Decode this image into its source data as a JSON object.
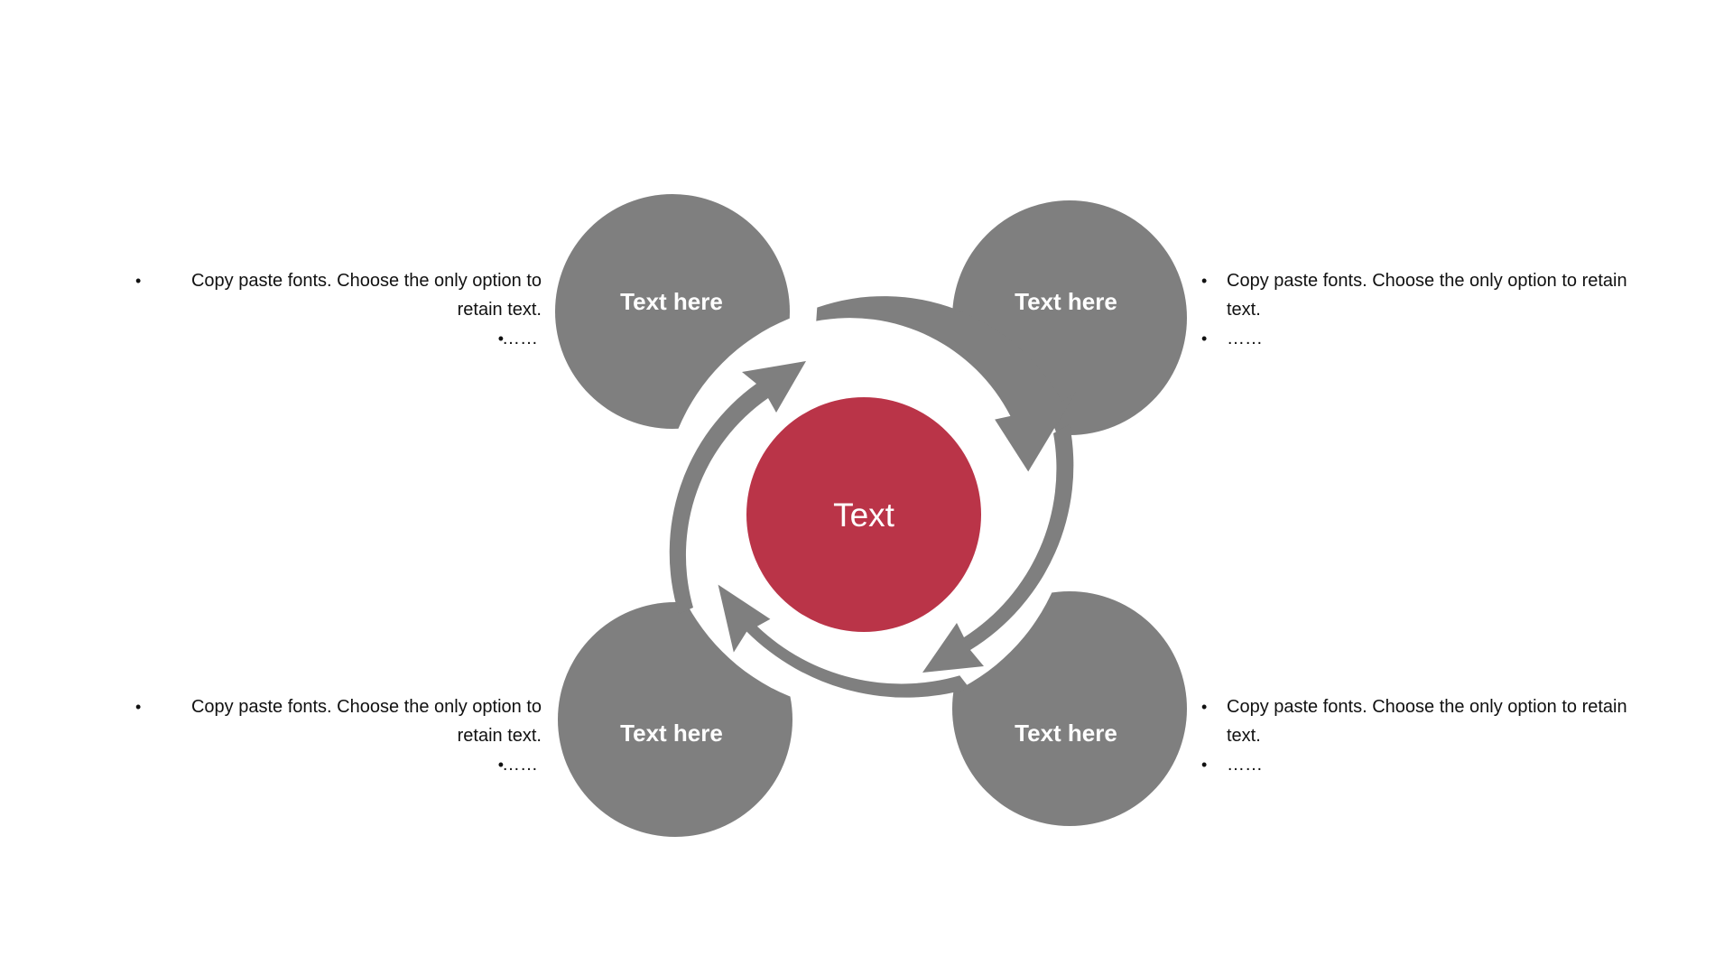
{
  "diagram": {
    "center": {
      "label": "Text",
      "color": "#BA3448"
    },
    "node_color": "#7F7F7F",
    "arrow_color": "#7F7F7F",
    "nodes": [
      {
        "label": "Text here"
      },
      {
        "label": "Text here"
      },
      {
        "label": "Text here"
      },
      {
        "label": "Text here"
      }
    ]
  },
  "text_blocks": [
    {
      "bullets": [
        "Copy paste fonts. Choose the only option to retain text.",
        "……"
      ]
    },
    {
      "bullets": [
        "Copy paste fonts. Choose the only option to retain text.",
        "……"
      ]
    },
    {
      "bullets": [
        "Copy paste fonts. Choose the only option to retain text.",
        "……"
      ]
    },
    {
      "bullets": [
        "Copy paste fonts. Choose the only option to retain text.",
        "……"
      ]
    }
  ]
}
